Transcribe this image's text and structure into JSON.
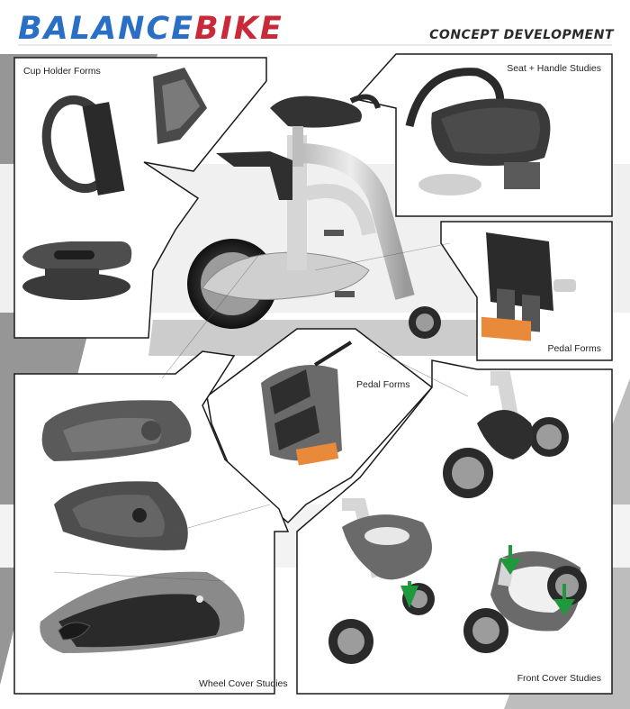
{
  "header": {
    "title_part1": "BALANCE",
    "title_part2": "BIKE",
    "subtitle": "CONCEPT DEVELOPMENT"
  },
  "panels": {
    "cup_holder": "Cup Holder Forms",
    "seat_handle": "Seat + Handle Studies",
    "pedal_right": "Pedal Forms",
    "pedal_center": "Pedal Forms",
    "wheel_cover": "Wheel Cover Studies",
    "front_cover": "Front Cover Studies"
  },
  "colors": {
    "title_blue": "#2a6fc6",
    "title_red": "#c82a3a",
    "pedal_reflector": "#e88a3a",
    "arrow_green": "#1e9a3c"
  }
}
